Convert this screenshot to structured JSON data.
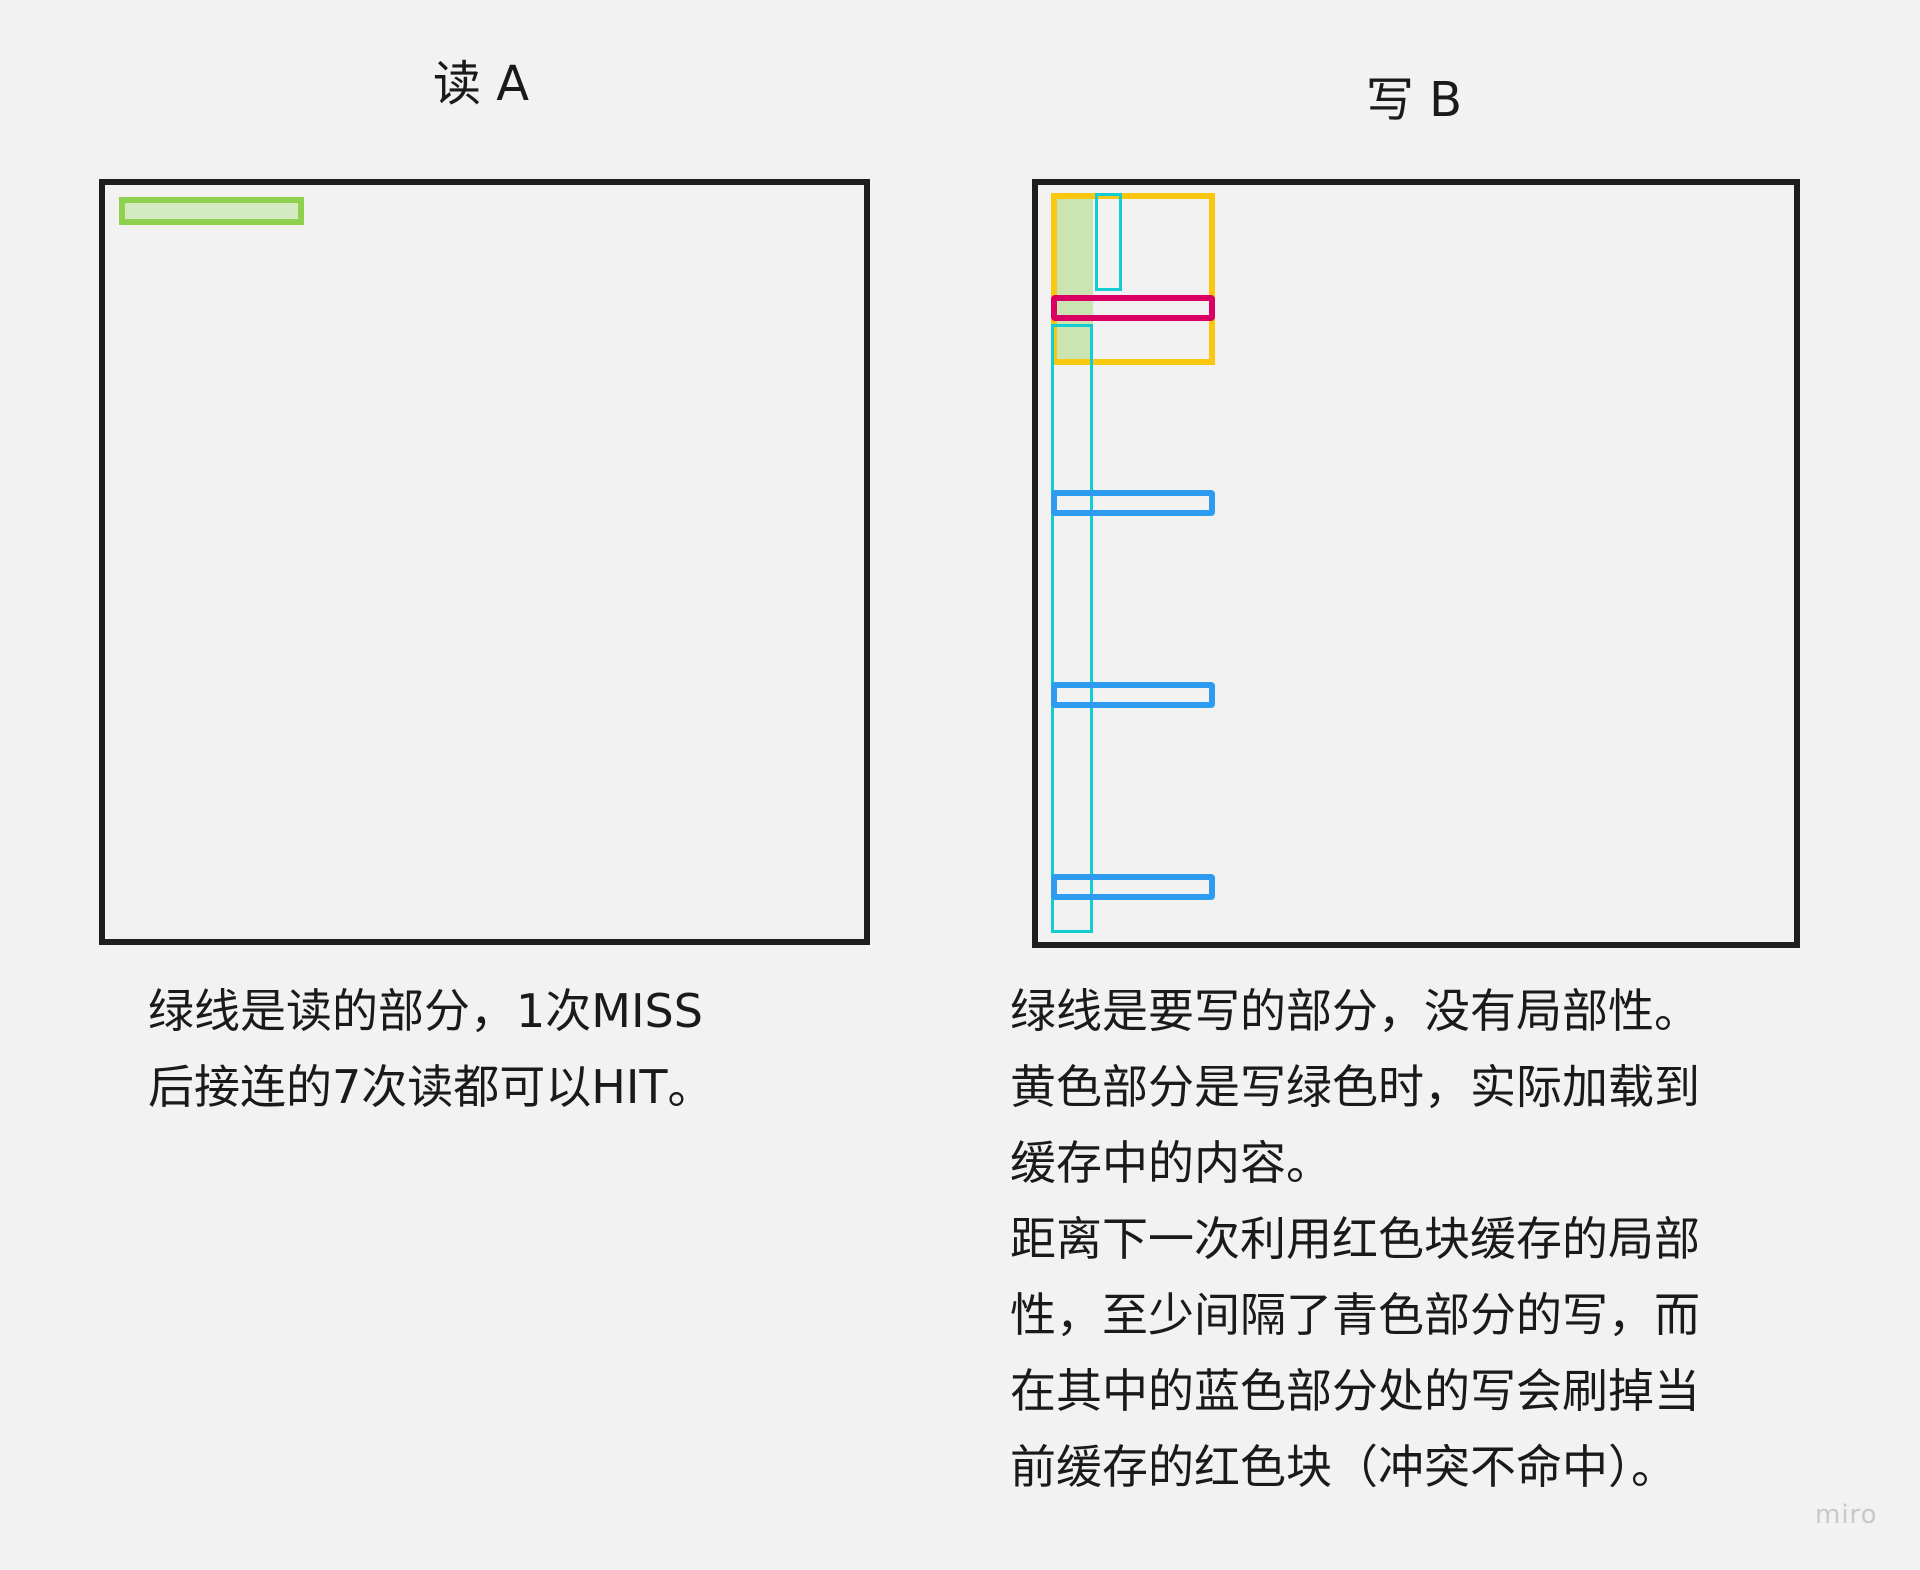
{
  "left": {
    "title": "读 A",
    "caption": [
      "绿线是读的部分，1次MISS",
      "后接连的7次读都可以HIT。"
    ]
  },
  "right": {
    "title": "写 B",
    "caption": [
      "绿线是要写的部分，没有局部性。",
      "黄色部分是写绿色时，实际加载到",
      "缓存中的内容。",
      "距离下一次利用红色块缓存的局部",
      "性，至少间隔了青色部分的写，而",
      "在其中的蓝色部分处的写会刷掉当",
      "前缓存的红色块（冲突不命中）。"
    ]
  },
  "colors": {
    "green": "#8fd14f",
    "yellow": "#fac710",
    "cyan": "#12cdd4",
    "red": "#da0063",
    "blue": "#2d9bf0",
    "frame": "#1e1e1e"
  },
  "logo": "miro"
}
